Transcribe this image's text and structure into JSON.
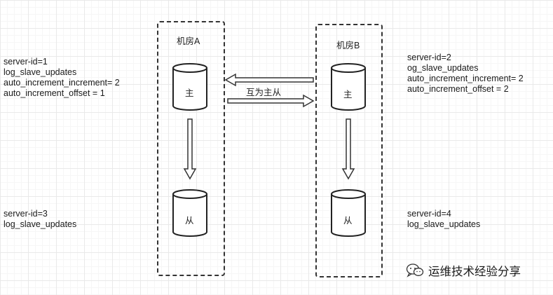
{
  "room_a": {
    "title": "机房A",
    "master_label": "主",
    "slave_label": "从"
  },
  "room_b": {
    "title": "机房B",
    "master_label": "主",
    "slave_label": "从"
  },
  "replication_label": "互为主从",
  "configs": {
    "master_a": [
      "server-id=1",
      "log_slave_updates",
      "auto_increment_increment= 2",
      "auto_increment_offset = 1"
    ],
    "slave_a": [
      "server-id=3",
      "log_slave_updates"
    ],
    "master_b": [
      "server-id=2",
      "og_slave_updates",
      "auto_increment_increment= 2",
      "auto_increment_offset = 2"
    ],
    "slave_b": [
      "server-id=4",
      "log_slave_updates"
    ]
  },
  "watermark": {
    "text": "运维技术经验分享",
    "icon": "wechat-icon"
  }
}
